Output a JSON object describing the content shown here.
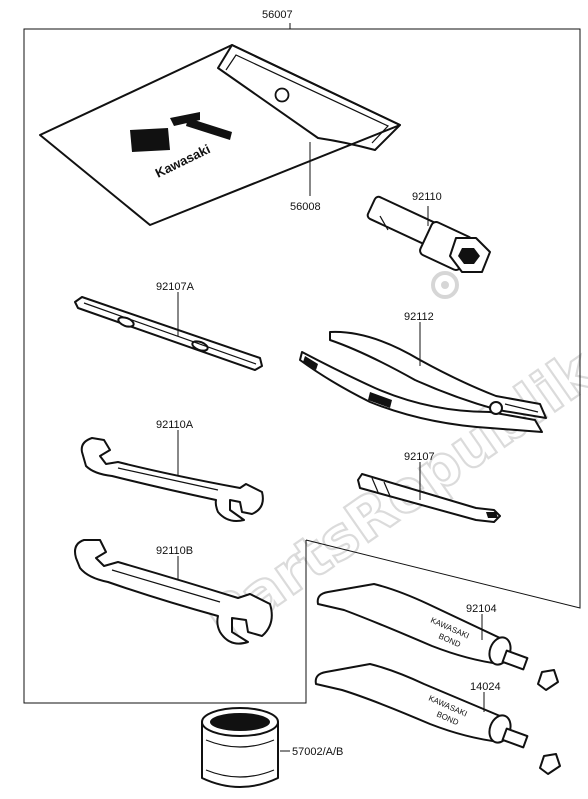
{
  "labels": {
    "tool_kit": "56007",
    "tool_bag": "56008",
    "plug_wrench": "92110",
    "screwdriver_grip": "92107A",
    "pliers": "92112",
    "wrench_a": "92110A",
    "screwdriver": "92107",
    "wrench_b": "92110B",
    "bond_tube_1": "92104",
    "bond_tube_2": "14024",
    "oil_can": "57002/A/B"
  },
  "bag_logo": "Kawasaki",
  "tube_print_1": [
    "KAWASAKI",
    "BOND"
  ],
  "tube_print_2": [
    "KAWASAKI",
    "BOND"
  ],
  "watermark": "PartsRepublik"
}
